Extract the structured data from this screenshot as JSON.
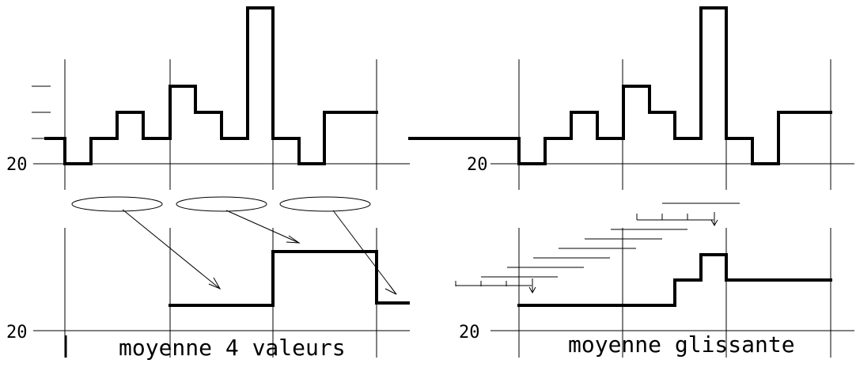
{
  "left_panel": {
    "caption": "moyenne 4 valeurs",
    "y_tick_top": "20",
    "y_tick_bottom": "20"
  },
  "right_panel": {
    "caption": "moyenne glissante",
    "y_tick_top": "20",
    "y_tick_bottom": "20"
  }
}
